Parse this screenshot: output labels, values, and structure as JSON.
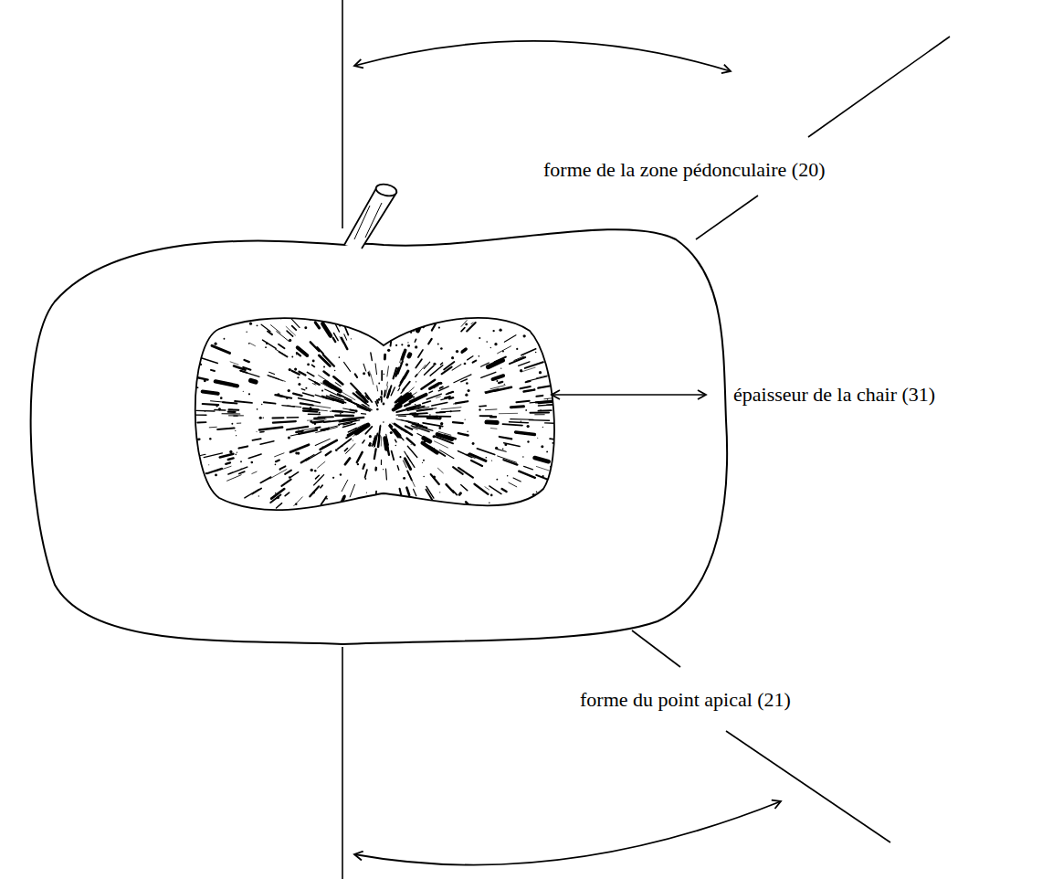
{
  "diagram": {
    "labels": [
      "forme de la zone pédonculaire (20)",
      "épaisseur de la chair (31)",
      "forme du point apical (21)"
    ]
  }
}
